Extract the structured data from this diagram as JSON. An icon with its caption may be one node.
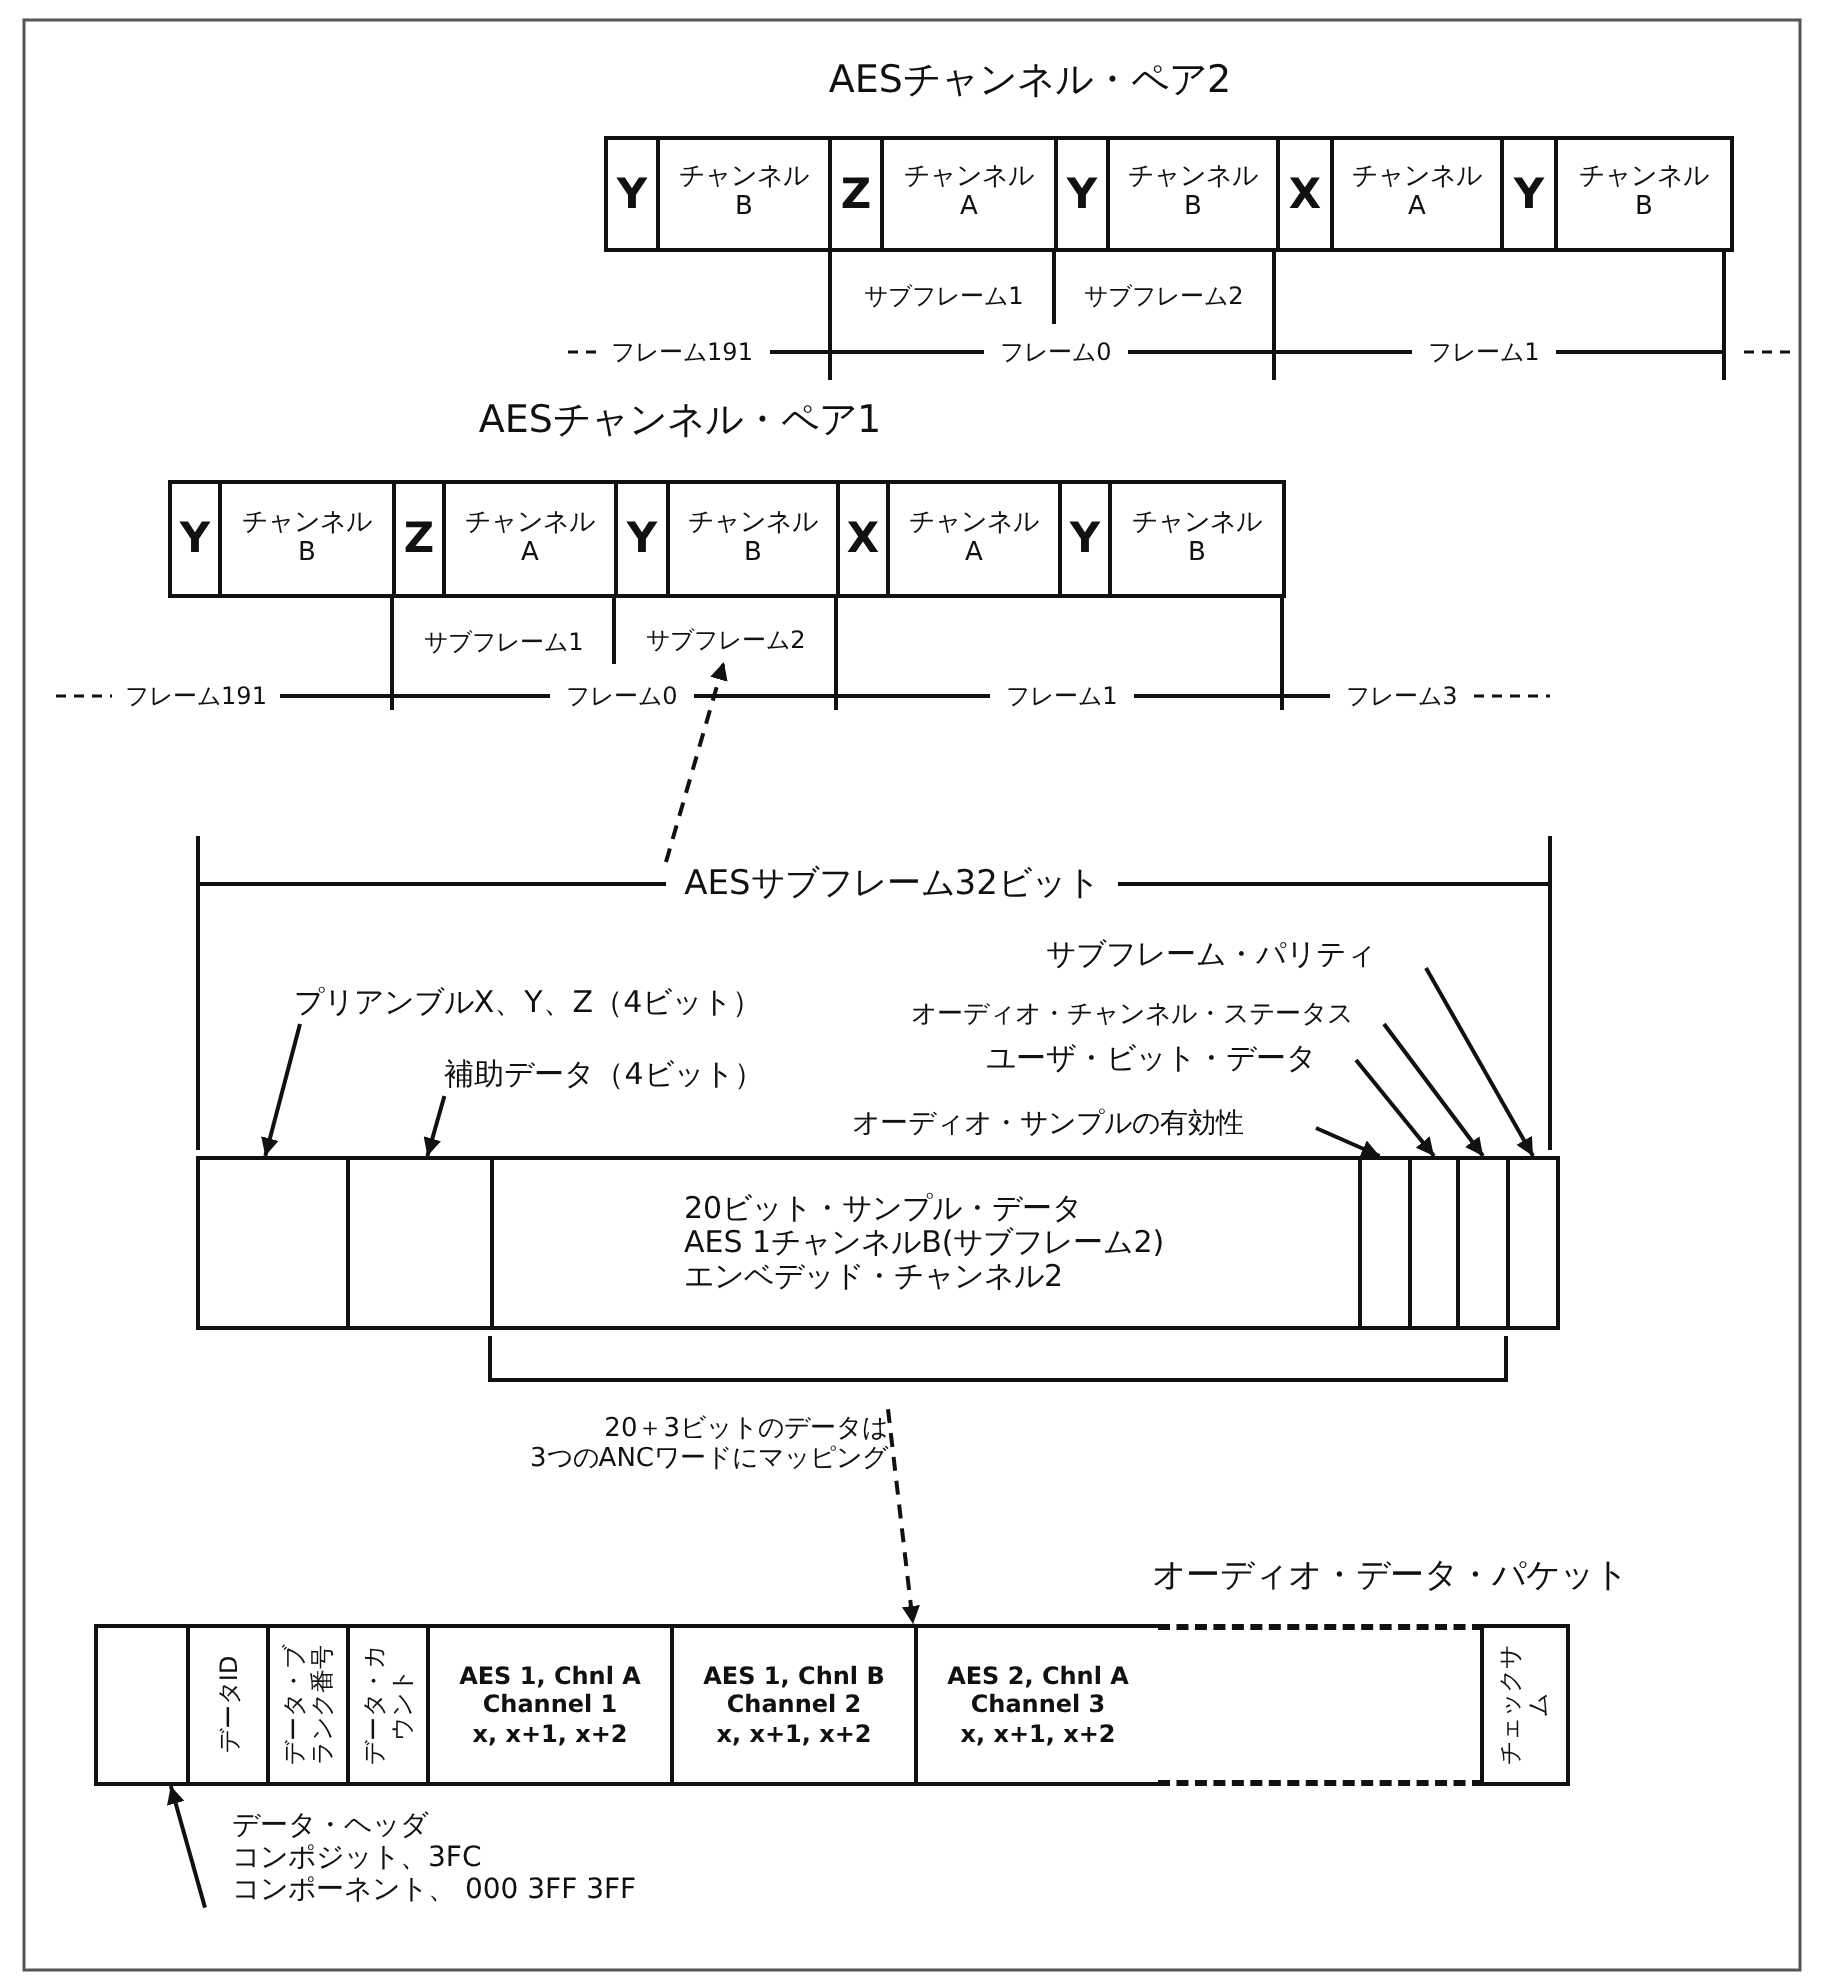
{
  "diagram": {
    "nodes": [
      {
        "text": [
          "Y"
        ]
      },
      {
        "text": [
          "チャンネル B"
        ]
      },
      {
        "text": [
          "Z"
        ]
      },
      {
        "text": [
          "チャンネル A"
        ]
      },
      {
        "text": [
          "Y"
        ]
      },
      {
        "text": [
          "チャンネル B"
        ]
      },
      {
        "text": [
          "X"
        ]
      },
      {
        "text": [
          "チャンネル A"
        ]
      },
      {
        "text": [
          "Y"
        ]
      },
      {
        "text": [
          "チャンネル B"
        ]
      },
      {
        "text": [
          "Y"
        ]
      },
      {
        "text": [
          "チャンネル B"
        ]
      },
      {
        "text": [
          "Z"
        ]
      },
      {
        "text": [
          "チャンネル A"
        ]
      },
      {
        "text": [
          "Y"
        ]
      },
      {
        "text": [
          "チャンネル B"
        ]
      },
      {
        "text": [
          "X"
        ]
      },
      {
        "text": [
          "チャンネル A"
        ]
      },
      {
        "text": [
          "Y"
        ]
      },
      {
        "text": [
          "チャンネル B"
        ]
      },
      {
        "text": [
          "サブフレーム2"
        ]
      },
      {
        "text": [
          "AESサブフレーム32ビット"
        ]
      },
      {
        "text": [
          "サブフレーム・パリティ"
        ]
      },
      {
        "text": [
          "プリアンブルX、Y、Z（4ビット）"
        ]
      },
      {
        "text": [
          "オーディオ・チャンネル・ステータス"
        ]
      },
      {
        "text": [
          "ユーザ・ビット・データ"
        ]
      },
      {
        "text": [
          "補助データ（4ビット）"
        ]
      },
      {
        "text": [
          "オーディオ・サンプルの有効性"
        ]
      },
      {
        "text": [],
        "shape": "box"
      },
      {
        "text": [],
        "shape": "box"
      },
      {
        "text": [
          "20ビット・サンプル・データ",
          "AES 1チャンネルB(サブフレーム2)",
          "エンベデッド・チャンネル2"
        ]
      },
      {
        "text": [],
        "shape": "box"
      },
      {
        "text": [],
        "shape": "box"
      },
      {
        "text": [],
        "shape": "box"
      },
      {
        "text": [],
        "shape": "box"
      },
      {
        "text": [
          "20＋3ビットのデータは",
          "3つのANCワードにマッピング"
        ]
      },
      {
        "text": [],
        "shape": "box"
      },
      {
        "text": [
          "データID"
        ]
      },
      {
        "text": [
          "データ・ブランク番号"
        ]
      },
      {
        "text": [
          "データ・カウント"
        ]
      },
      {
        "text": [
          "AES 1, Chnl A",
          "Channel 1",
          "x, x+1, x+2"
        ]
      },
      {
        "text": [
          "AES 1, Chnl B",
          "Channel 2",
          "x, x+1, x+2"
        ]
      },
      {
        "text": [
          "AES 2, Chnl A",
          "Channel 3",
          "x, x+1, x+2"
        ]
      },
      {
        "text": [],
        "shape": "box"
      },
      {
        "text": [
          "チェックサム"
        ]
      },
      {
        "text": [
          "データ・ヘッダ",
          "コンポジット、3FC",
          "コンポーネント、 000 3FF 3FF"
        ]
      }
    ],
    "edges": [
      {
        "from": 21,
        "to": 20,
        "arrow": "to",
        "style": "dashed"
      },
      {
        "from": 22,
        "to": 34,
        "arrow": "to"
      },
      {
        "from": 23,
        "to": 28,
        "arrow": "to"
      },
      {
        "from": 24,
        "to": 33,
        "arrow": "to"
      },
      {
        "from": 25,
        "to": 32,
        "arrow": "to"
      },
      {
        "from": 26,
        "to": 29,
        "arrow": "to"
      },
      {
        "from": 27,
        "to": 31,
        "arrow": "to"
      },
      {
        "from": 35,
        "to": 41,
        "arrow": "to",
        "style": "dashed"
      },
      {
        "from": 45,
        "to": 36,
        "arrow": "to"
      }
    ],
    "labels": [
      "AESチャンネル・ペア2",
      "サブフレーム1",
      "サブフレーム2",
      "フレーム191",
      "フレーム0",
      "フレーム1",
      "AESチャンネル・ペア1",
      "サブフレーム1",
      "フレーム191",
      "フレーム0",
      "フレーム1",
      "フレーム3",
      "オーディオ・データ・パケット"
    ]
  }
}
